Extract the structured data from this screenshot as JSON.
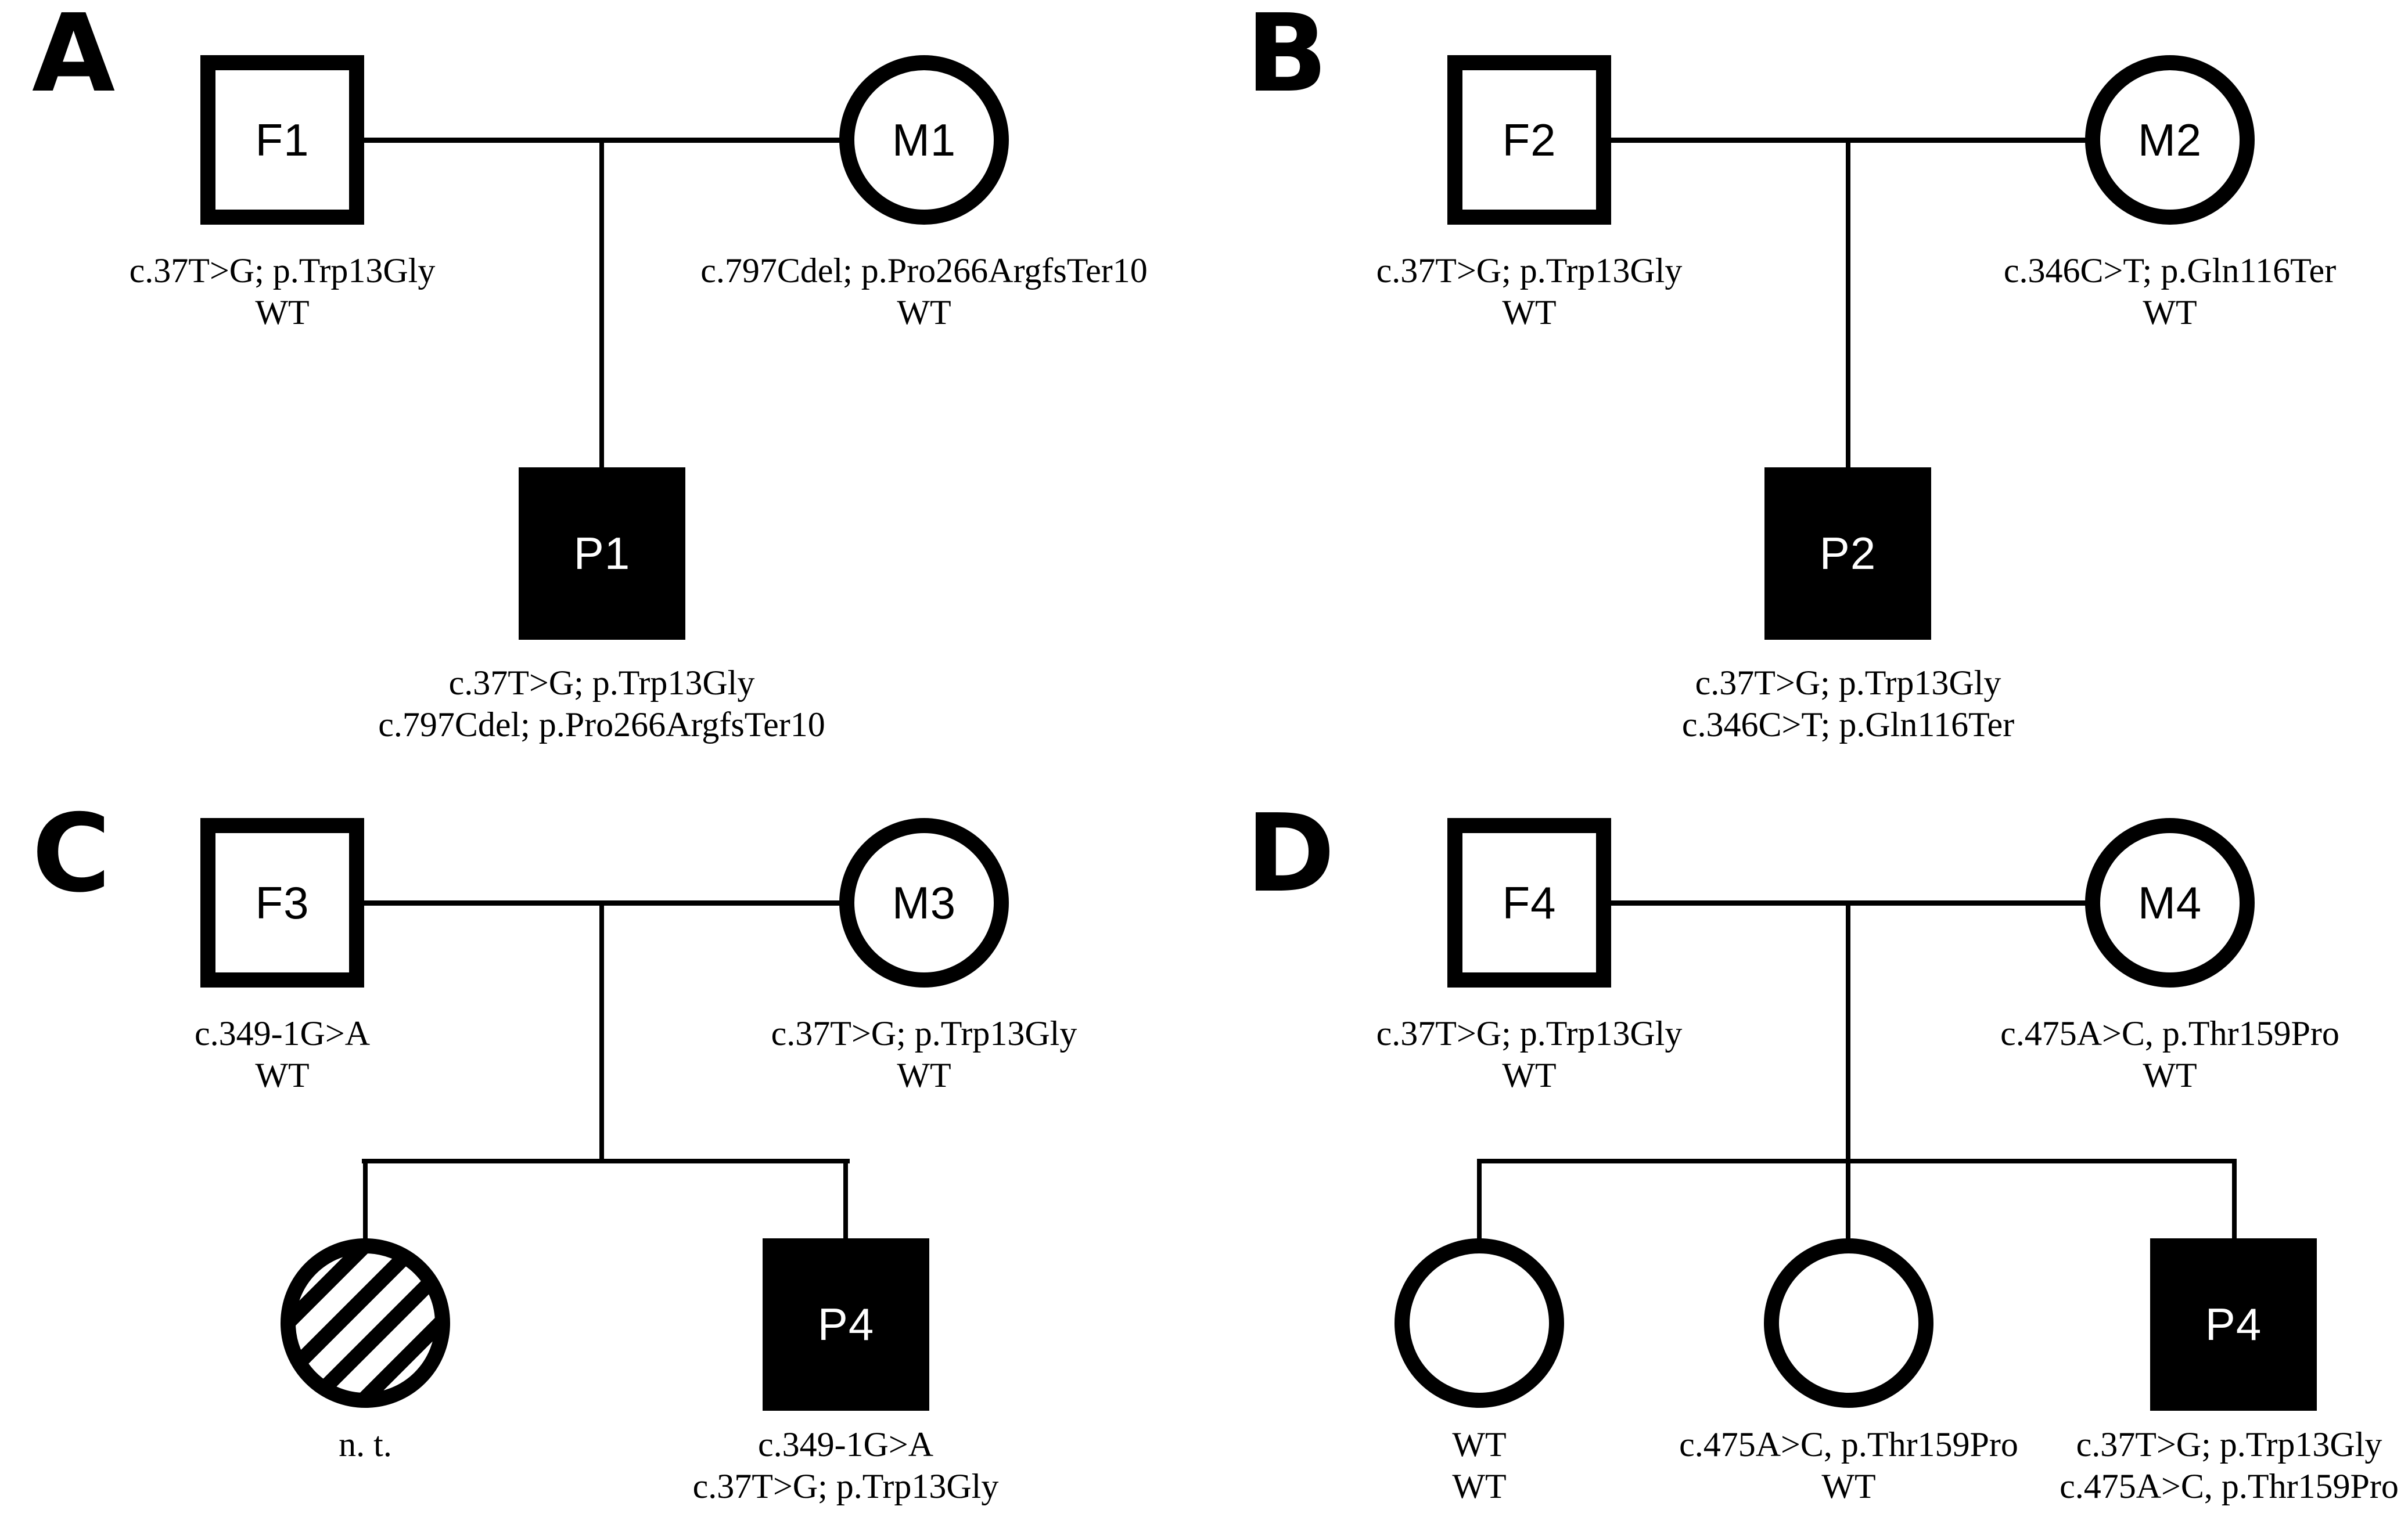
{
  "panels": [
    {
      "label": "A",
      "father": {
        "id": "F1",
        "line1": "c.37T>G; p.Trp13Gly",
        "line2": "WT"
      },
      "mother": {
        "id": "M1",
        "line1": "c.797Cdel; p.Pro266ArgfsTer10",
        "line2": "WT"
      },
      "children": [
        {
          "id": "P1",
          "affected": true,
          "line1": "c.37T>G; p.Trp13Gly",
          "line2": "c.797Cdel; p.Pro266ArgfsTer10"
        }
      ]
    },
    {
      "label": "B",
      "father": {
        "id": "F2",
        "line1": "c.37T>G; p.Trp13Gly",
        "line2": "WT"
      },
      "mother": {
        "id": "M2",
        "line1": "c.346C>T; p.Gln116Ter",
        "line2": "WT"
      },
      "children": [
        {
          "id": "P2",
          "affected": true,
          "line1": "c.37T>G; p.Trp13Gly",
          "line2": "c.346C>T; p.Gln116Ter"
        }
      ]
    },
    {
      "label": "C",
      "father": {
        "id": "F3",
        "line1": "c.349-1G>A",
        "line2": "WT"
      },
      "mother": {
        "id": "M3",
        "line1": "c.37T>G; p.Trp13Gly",
        "line2": "WT"
      },
      "children": [
        {
          "id": "",
          "affected": false,
          "not_tested": true,
          "line1": "n. t.",
          "line2": ""
        },
        {
          "id": "P4",
          "affected": true,
          "line1": "c.349-1G>A",
          "line2": "c.37T>G; p.Trp13Gly"
        }
      ]
    },
    {
      "label": "D",
      "father": {
        "id": "F4",
        "line1": "c.37T>G; p.Trp13Gly",
        "line2": "WT"
      },
      "mother": {
        "id": "M4",
        "line1": "c.475A>C, p.Thr159Pro",
        "line2": "WT"
      },
      "children": [
        {
          "id": "",
          "affected": false,
          "line1": "WT",
          "line2": "WT"
        },
        {
          "id": "",
          "affected": false,
          "line1": "c.475A>C, p.Thr159Pro",
          "line2": "WT"
        },
        {
          "id": "P4",
          "affected": true,
          "line1": "c.37T>G; p.Trp13Gly",
          "line2": "c.475A>C, p.Thr159Pro"
        }
      ]
    }
  ]
}
